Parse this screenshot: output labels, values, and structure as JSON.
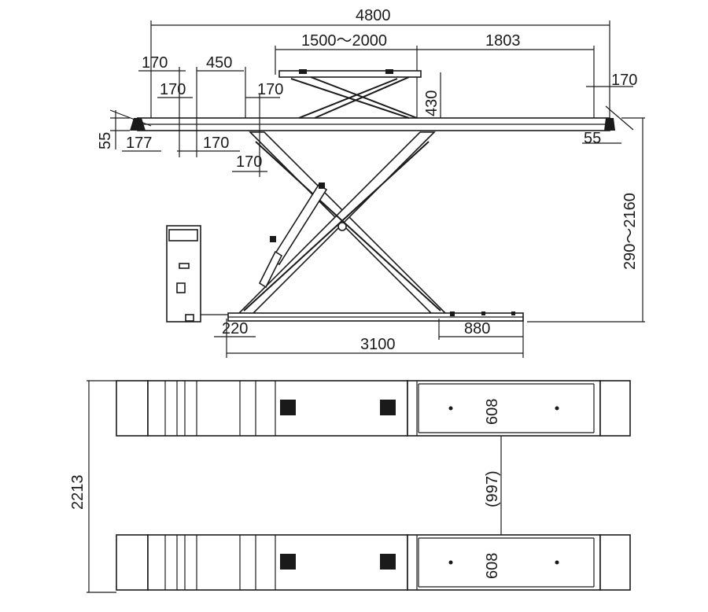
{
  "dimensions": {
    "overall_length": "4800",
    "platform_range": "1500～2000",
    "ramp_section": "1803",
    "end_170_a": "170",
    "width_450": "450",
    "inner_170_a": "170",
    "inner_170_b": "170",
    "right_170": "170",
    "height_430": "430",
    "left_55": "55",
    "right_55": "55",
    "left_177": "177",
    "lower_170_a": "170",
    "lower_170_b": "170",
    "lift_height": "290～2160",
    "base_220": "220",
    "base_880": "880",
    "base_length": "3100",
    "track_width_1": "608",
    "track_width_2": "608",
    "track_gap": "(997)",
    "overall_width": "2213"
  }
}
